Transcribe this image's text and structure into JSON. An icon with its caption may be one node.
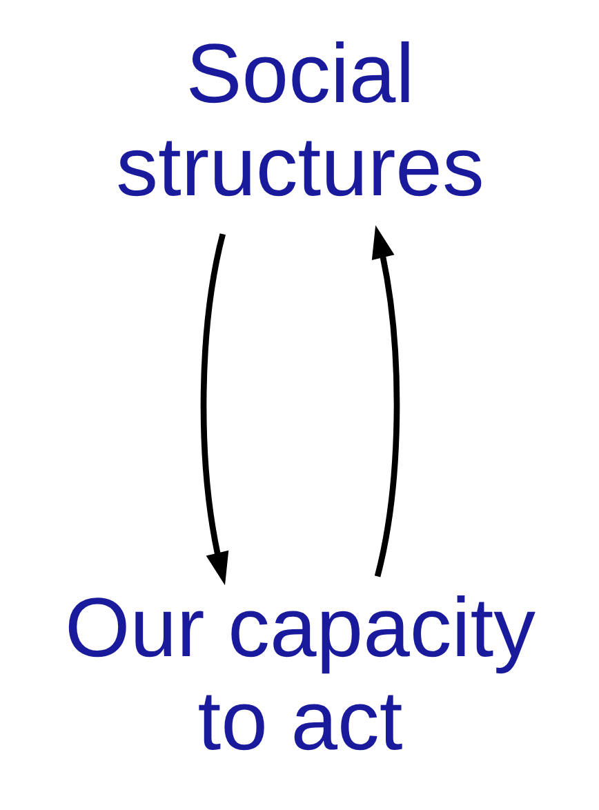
{
  "diagram": {
    "nodes": [
      {
        "text": [
          "Social structures"
        ]
      },
      {
        "text": [
          "Our capacity to act"
        ]
      }
    ],
    "edges": [
      {
        "from": 1,
        "to": 0,
        "arrow": "to"
      },
      {
        "from": 0,
        "to": 1,
        "arrow": "to"
      }
    ]
  }
}
